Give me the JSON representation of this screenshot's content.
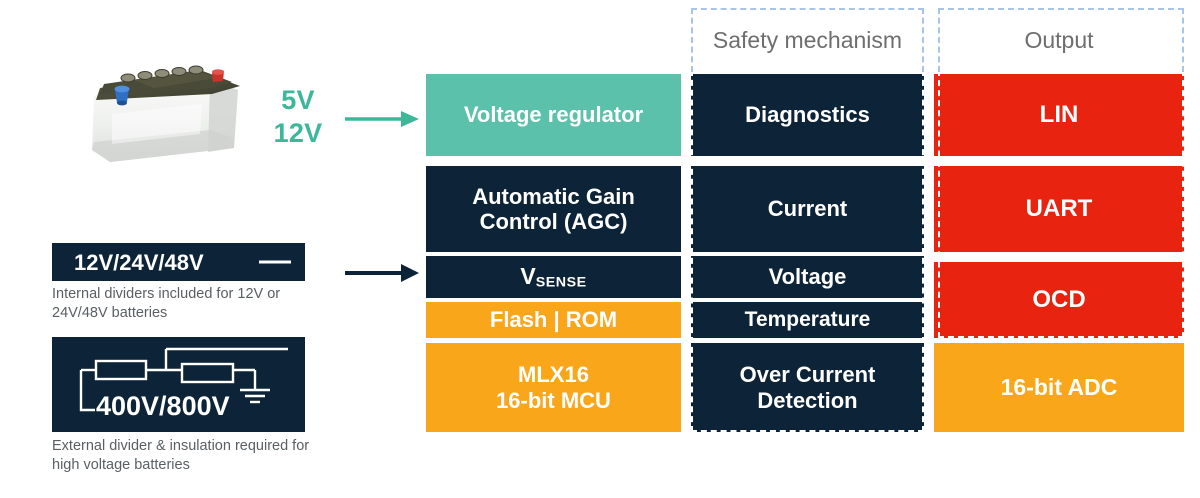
{
  "source": {
    "battery_icon": "car-battery-photo",
    "voltage_labels": [
      "5V",
      "12V"
    ],
    "arrow_top": "arrow-right-teal",
    "arrow_bottom": "arrow-right-navy"
  },
  "input_boxes": [
    {
      "id": "low-voltage",
      "label": "12V/24V/48V",
      "graphic": "horizontal-line-symbol",
      "caption": "Internal dividers included for 12V or 24V/48V batteries"
    },
    {
      "id": "high-voltage",
      "label": "400V/800V",
      "graphic": "resistor-divider-schematic",
      "caption": "External divider & insulation required for high voltage batteries"
    }
  ],
  "columns": [
    {
      "id": "core",
      "header": "",
      "framed": false,
      "blocks": [
        {
          "label": "Voltage regulator",
          "color": "teal",
          "lines": [
            "Voltage regulator"
          ]
        },
        {
          "label": "Automatic Gain Control (AGC)",
          "color": "navy",
          "lines": [
            "Automatic Gain",
            "Control (AGC)"
          ]
        },
        {
          "label": "VSENSE",
          "color": "navy",
          "lines": [
            "V"
          ],
          "subscript": "SENSE"
        },
        {
          "label": "Flash | ROM",
          "color": "orange",
          "lines": [
            "Flash | ROM"
          ]
        },
        {
          "label": "MLX16 16-bit MCU",
          "color": "orange",
          "lines": [
            "MLX16",
            "16-bit MCU"
          ]
        }
      ]
    },
    {
      "id": "safety",
      "header": "Safety mechanism",
      "framed": true,
      "blocks": [
        {
          "label": "Diagnostics",
          "color": "navy",
          "lines": [
            "Diagnostics"
          ]
        },
        {
          "label": "Current",
          "color": "navy",
          "lines": [
            "Current"
          ]
        },
        {
          "label": "Voltage",
          "color": "navy",
          "lines": [
            "Voltage"
          ]
        },
        {
          "label": "Temperature",
          "color": "navy",
          "lines": [
            "Temperature"
          ]
        },
        {
          "label": "Over Current Detection",
          "color": "navy",
          "lines": [
            "Over Current",
            "Detection"
          ]
        }
      ]
    },
    {
      "id": "output",
      "header": "Output",
      "framed": true,
      "blocks": [
        {
          "label": "LIN",
          "color": "red",
          "lines": [
            "LIN"
          ]
        },
        {
          "label": "UART",
          "color": "red",
          "lines": [
            "UART"
          ]
        },
        {
          "label": "OCD",
          "color": "red",
          "lines": [
            "OCD"
          ]
        },
        {
          "label": "16-bit ADC",
          "color": "orange",
          "lines": [
            "16-bit ADC"
          ]
        }
      ]
    }
  ],
  "colors": {
    "teal": "#5cc1ab",
    "navy": "#0d2438",
    "orange": "#f9a61a",
    "red": "#e8230f",
    "dashed_border": "#a8c4e8",
    "header_text": "#6e6e6e",
    "caption_text": "#5a5f63"
  }
}
